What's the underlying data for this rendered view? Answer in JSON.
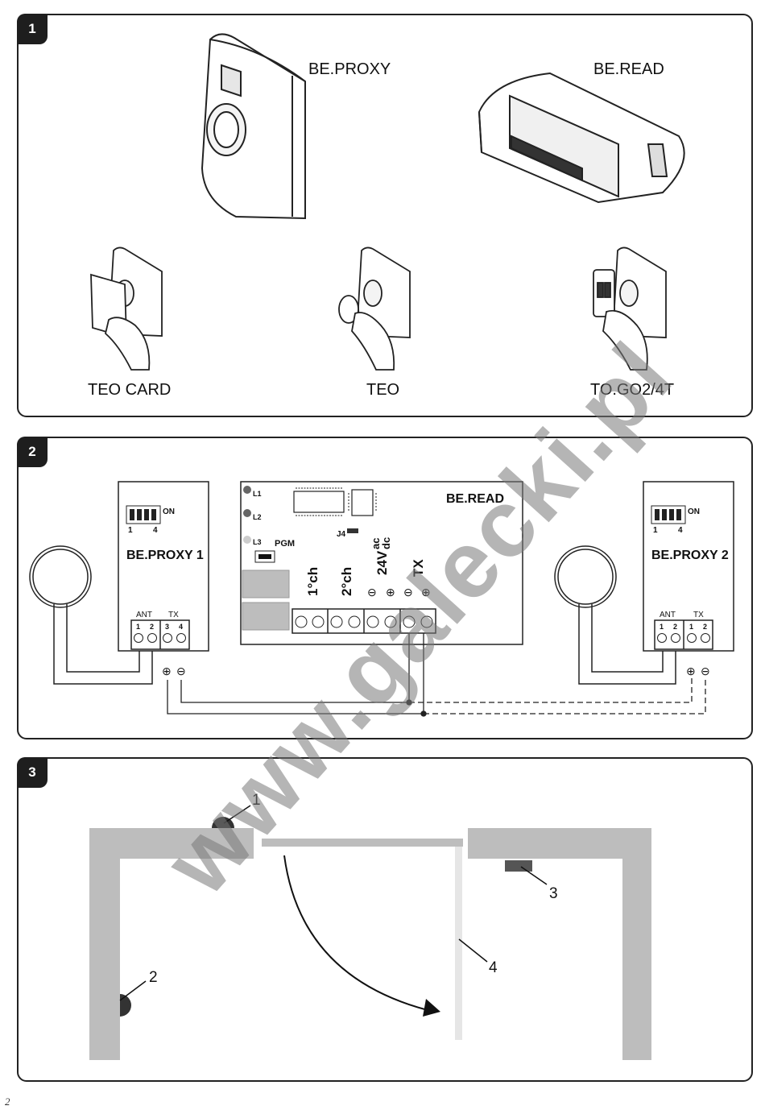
{
  "panels": [
    {
      "number": "1"
    },
    {
      "number": "2"
    },
    {
      "number": "3"
    }
  ],
  "panel1": {
    "be_proxy": "BE.PROXY",
    "be_read": "BE.READ",
    "teo_card": "TEO CARD",
    "teo": "TEO",
    "togo": "TO.GO2/4T"
  },
  "panel2": {
    "be_proxy1": "BE.PROXY 1",
    "be_proxy2": "BE.PROXY 2",
    "be_read": "BE.READ",
    "on": "ON",
    "dip_start": "1",
    "dip_end": "4",
    "ant": "ANT",
    "tx": "TX",
    "term1": "1",
    "term2": "2",
    "term3": "3",
    "term4": "4",
    "l1": "L1",
    "l2": "L2",
    "l3": "L3",
    "pgm": "PGM",
    "j4": "J4",
    "ch1": "1°ch",
    "ch2": "2°ch",
    "v24": "24V",
    "ac": "ac",
    "dc": "dc",
    "tx_big": "TX",
    "minus": "⊖",
    "plus": "⊕"
  },
  "panel3": {
    "c1": "1",
    "c2": "2",
    "c3": "3",
    "c4": "4"
  },
  "page_number": "2",
  "watermark": "www.galecki.pl",
  "colors": {
    "wall": "#bdbdbd",
    "dark": "#1e1e1e",
    "module": "#555555"
  }
}
